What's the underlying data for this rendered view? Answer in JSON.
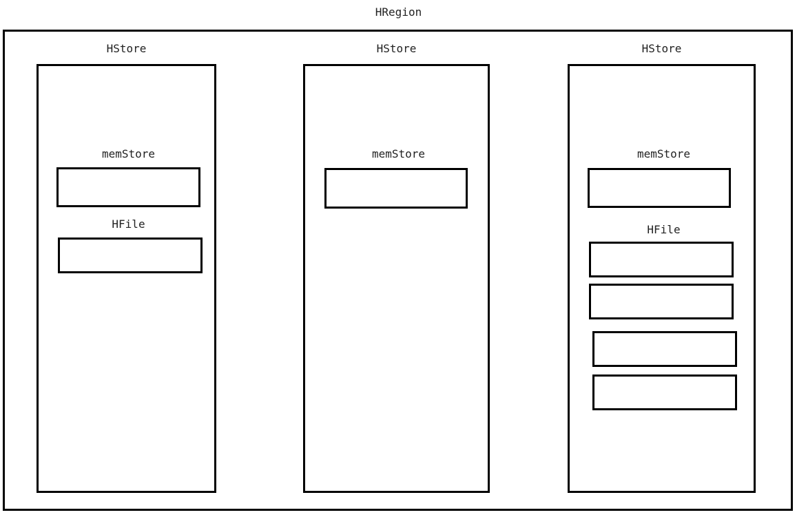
{
  "diagram": {
    "type": "block-diagram",
    "title": "HRegion",
    "stores": [
      {
        "label": "HStore",
        "memstore": {
          "label": "memStore",
          "boxes": 1
        },
        "hfile": {
          "label": "HFile",
          "boxes": 1
        }
      },
      {
        "label": "HStore",
        "memstore": {
          "label": "memStore",
          "boxes": 1
        },
        "hfile": null
      },
      {
        "label": "HStore",
        "memstore": {
          "label": "memStore",
          "boxes": 1
        },
        "hfile": {
          "label": "HFile",
          "boxes": 4
        }
      }
    ]
  },
  "style": {
    "border_color": "#000000",
    "text_color": "#222222",
    "background": "#ffffff"
  }
}
